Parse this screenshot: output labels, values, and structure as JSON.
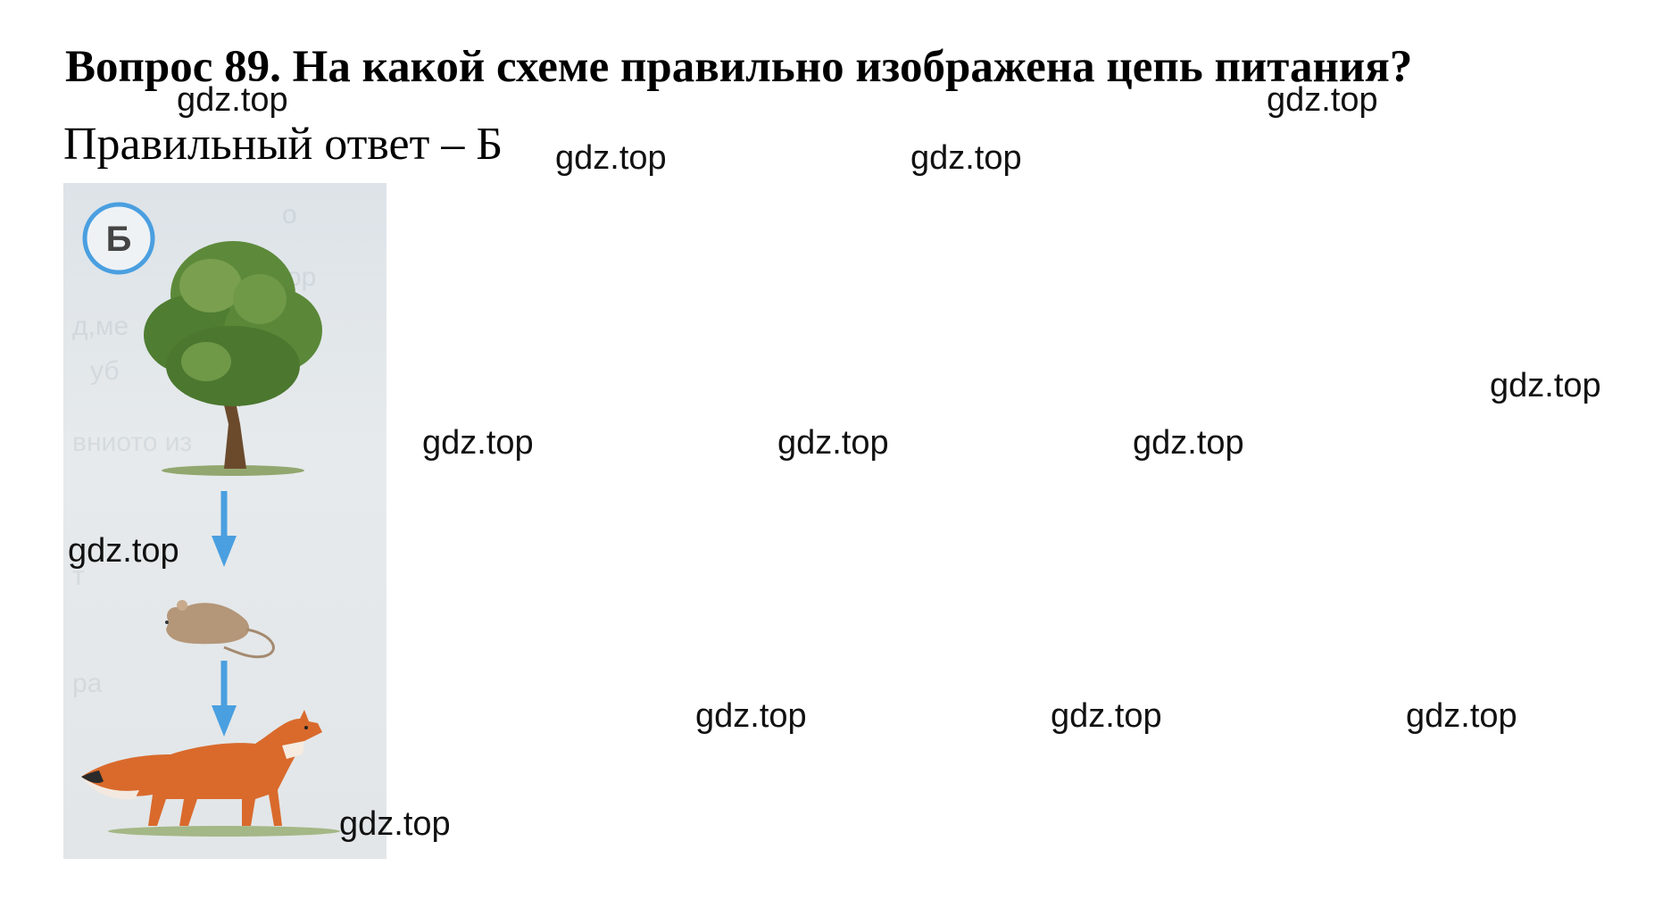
{
  "question": "Вопрос 89. На какой схеме правильно изображена цепь питания?",
  "answer": "Правильный ответ – Б",
  "figure": {
    "label": "Б",
    "chain": [
      "tree-icon",
      "mouse-icon",
      "fox-icon"
    ],
    "arrow_color": "#4a9fe0",
    "badge_color": "#4a9fe0"
  },
  "watermarks": [
    "gdz.top",
    "gdz.top",
    "gdz.top",
    "gdz.top",
    "gdz.top",
    "gdz.top",
    "gdz.top",
    "gdz.top",
    "gdz.top",
    "gdz.top",
    "gdz.top",
    "gdz.top",
    "gdz.top"
  ]
}
